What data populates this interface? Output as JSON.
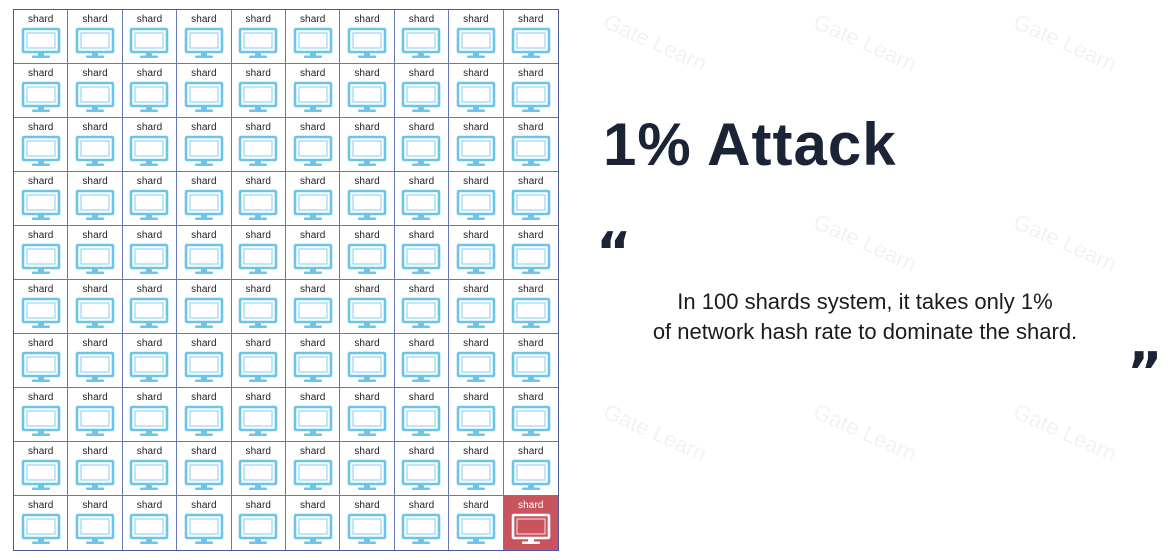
{
  "grid": {
    "rows": 10,
    "cols": 10,
    "cell_label": "shard",
    "attacked_index": 99,
    "icon": "monitor-icon",
    "colors": {
      "monitor": "#6cc4e6",
      "attacked_bg": "#c9545e",
      "grid_line": "#6a78b0"
    }
  },
  "title": "1% Attack",
  "quote": {
    "open": "“",
    "line1": "In 100 shards system, it takes only 1%",
    "line2": "of network hash rate to dominate the shard.",
    "close": "”"
  },
  "watermark": {
    "text": "Gate Learn",
    "icon": "gate-logo-icon"
  }
}
